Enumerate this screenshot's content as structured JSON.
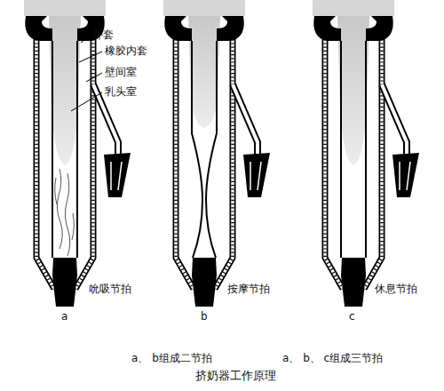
{
  "diagram": {
    "caption": "挤奶器工作原理",
    "labels": [
      "外套",
      "橡胶内套",
      "壁间室",
      "乳头室",
      "吮吸节拍",
      "按摩节拍",
      "休息节拍",
      "a",
      "b",
      "c",
      "a、 b组成二节拍",
      "a、 b、 c组成三节拍"
    ]
  }
}
